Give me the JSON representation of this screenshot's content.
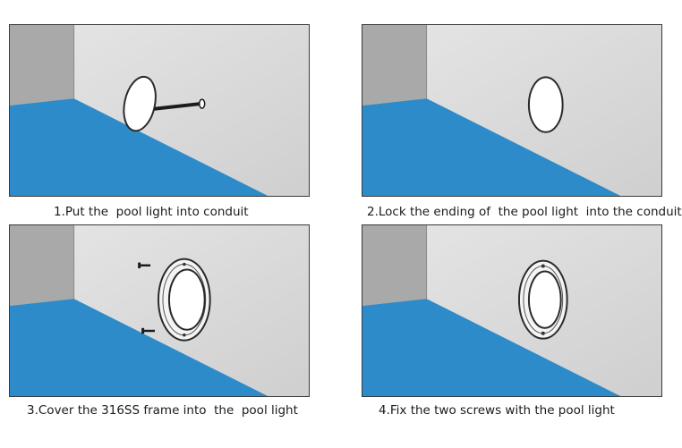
{
  "steps": [
    {
      "caption": "1.Put the  pool light into conduit"
    },
    {
      "caption": "2.Lock the ending of  the pool light  into the conduit"
    },
    {
      "caption": "3.Cover the 316SS frame into  the  pool light"
    },
    {
      "caption": "4.Fix the two screws with the pool light"
    }
  ],
  "colors": {
    "water": "#2e8bc9",
    "wall_back": "#e3e3e3",
    "wall_side": "#a9a9a9",
    "outline": "#3a3a3a",
    "lamp": "#ffffff"
  }
}
